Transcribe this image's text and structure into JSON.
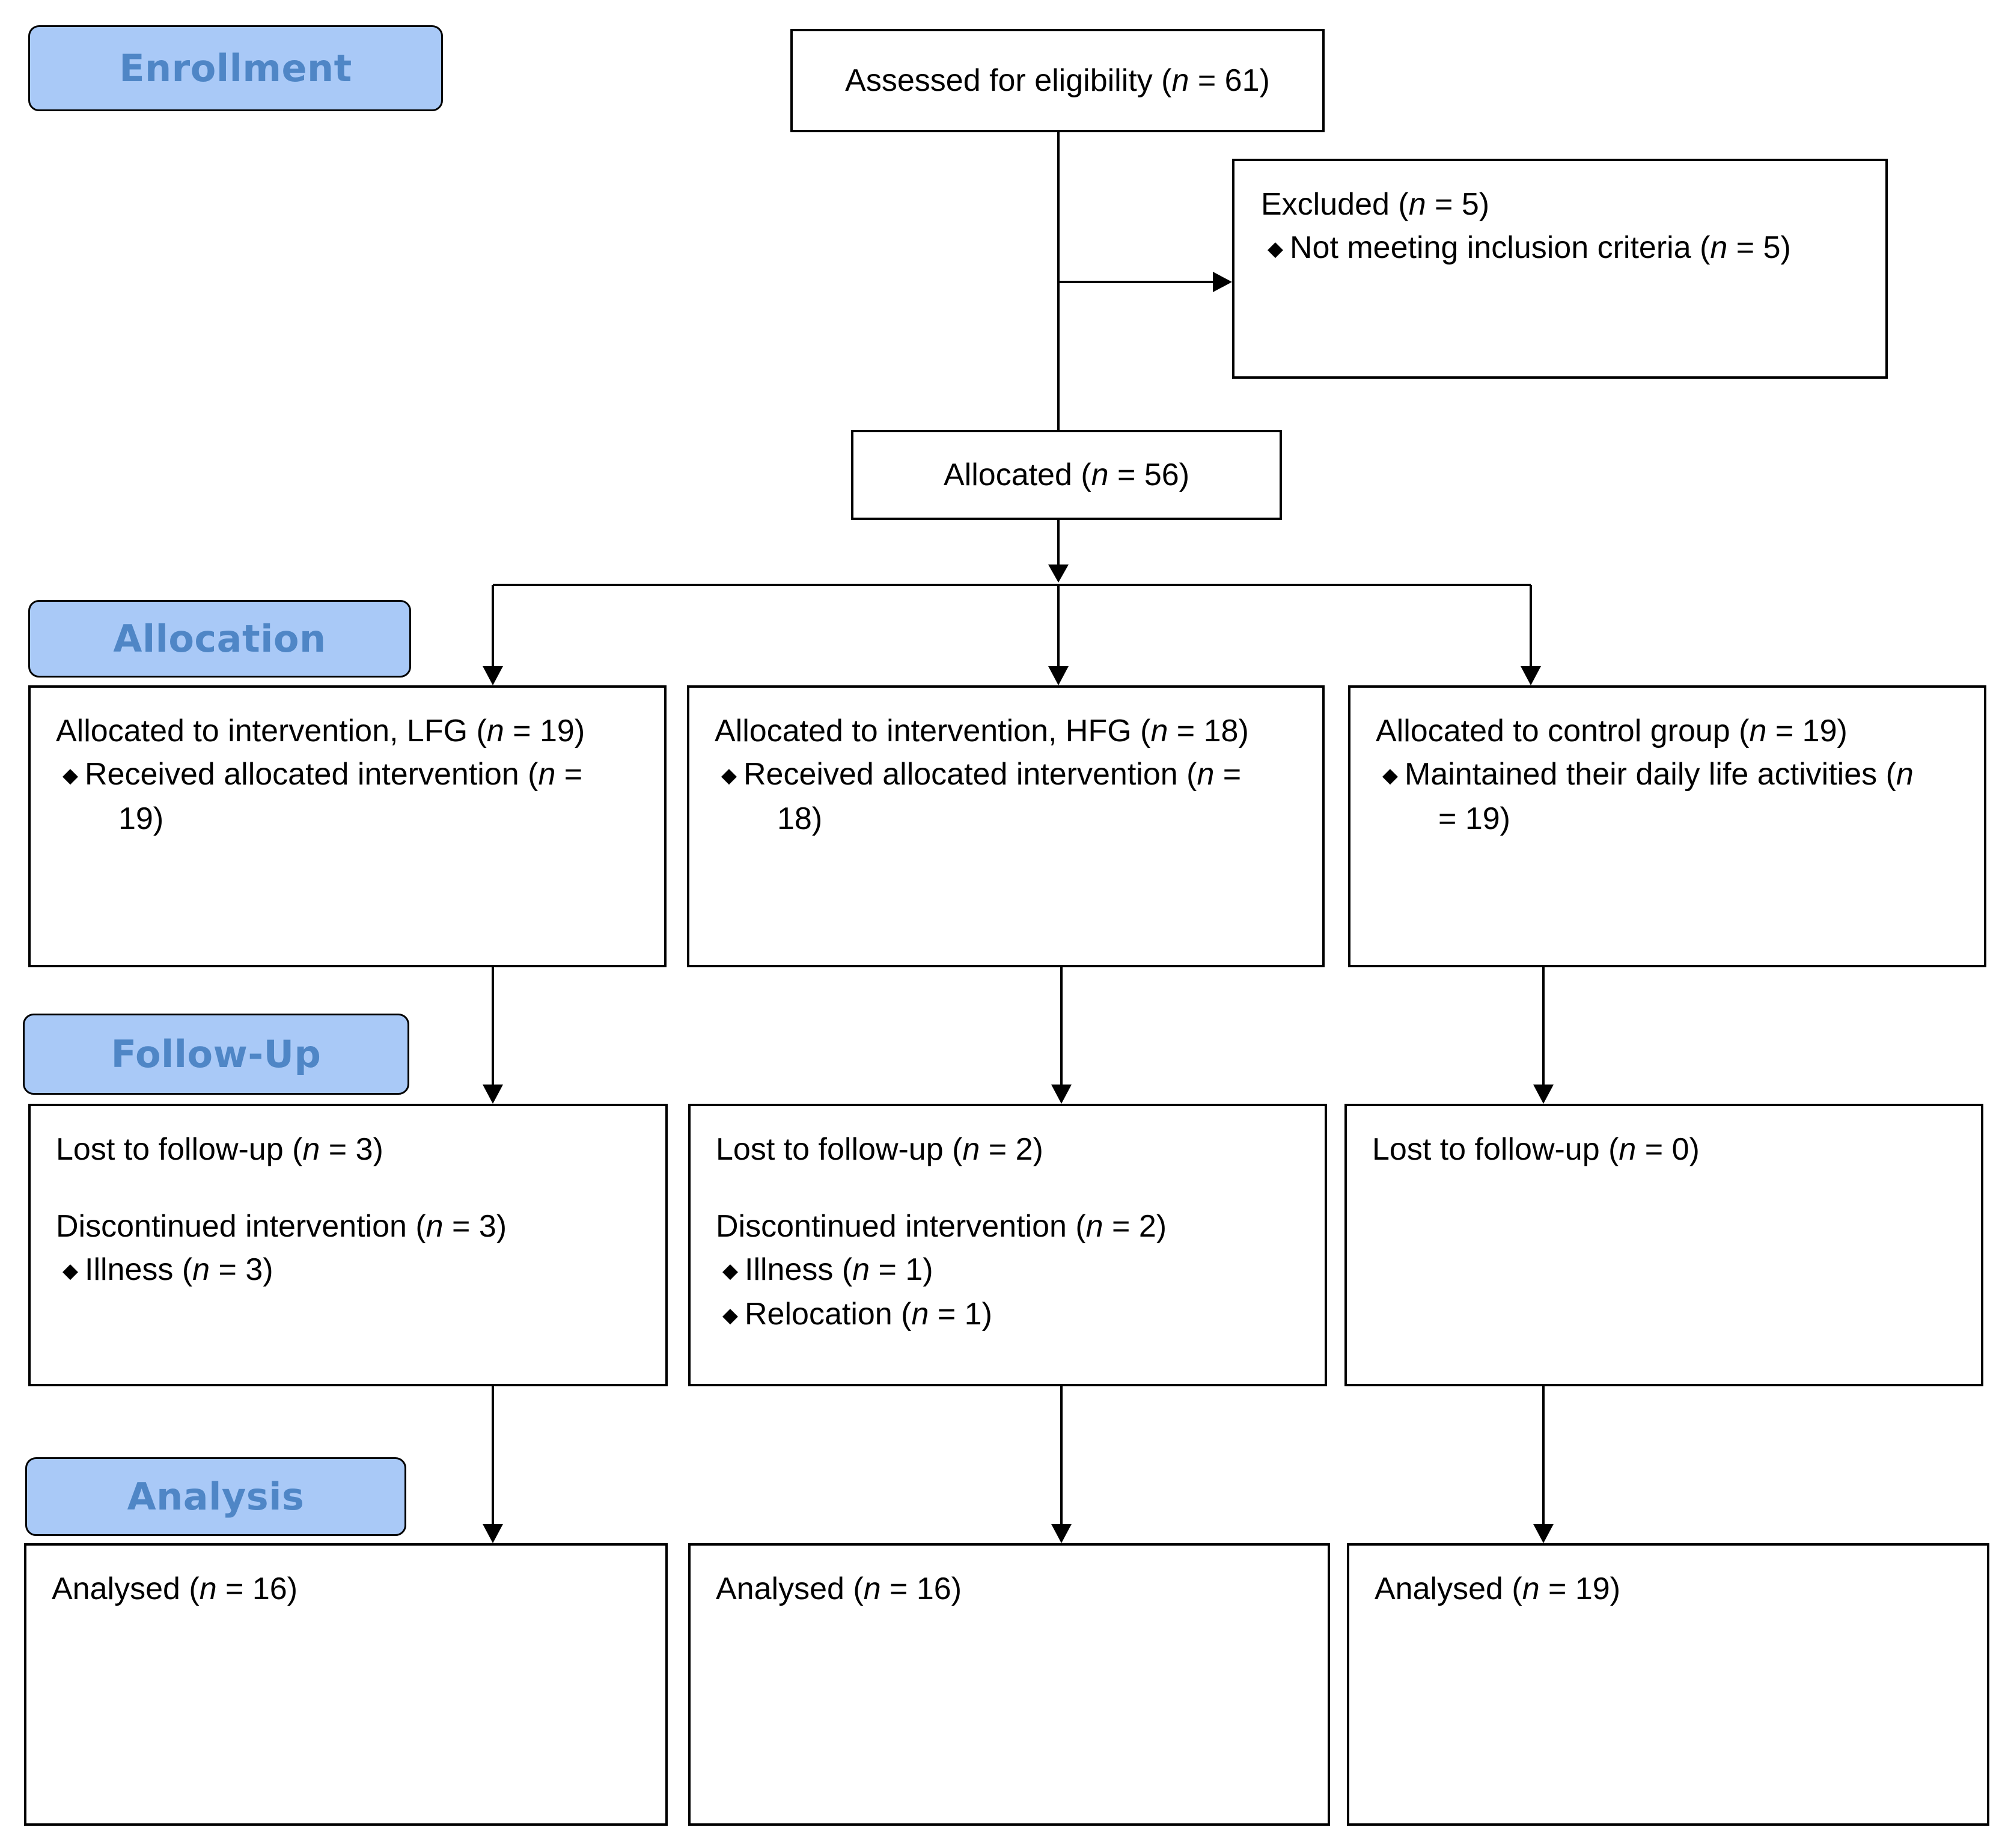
{
  "stages": {
    "enrollment": "Enrollment",
    "allocation": "Allocation",
    "follow_up": "Follow-Up",
    "analysis": "Analysis"
  },
  "assessed": "Assessed for eligibility (n = 61)",
  "excluded": {
    "title": "Excluded (n = 5)",
    "reason": "Not meeting inclusion criteria (n = 5)"
  },
  "allocated": "Allocated (n = 56)",
  "groups": [
    {
      "allocation_title": "Allocated to intervention, LFG (n = 19)",
      "allocation_detail": [
        "Received allocated intervention (n =",
        "19)"
      ],
      "lost": "Lost to follow-up (n = 3)",
      "discontinued": "Discontinued intervention (n = 3)",
      "reasons": [
        "Illness (n = 3)"
      ],
      "analysed": "Analysed (n = 16)"
    },
    {
      "allocation_title": "Allocated to intervention, HFG (n = 18)",
      "allocation_detail": [
        "Received allocated intervention (n =",
        "18)"
      ],
      "lost": "Lost to follow-up (n = 2)",
      "discontinued": "Discontinued intervention (n = 2)",
      "reasons": [
        "Illness (n = 1)",
        "Relocation (n = 1)"
      ],
      "analysed": "Analysed (n = 16)"
    },
    {
      "allocation_title": "Allocated to control group (n = 19)",
      "allocation_detail": [
        "Maintained their daily life activities (n",
        "= 19)"
      ],
      "lost": "Lost to follow-up (n = 0)",
      "analysed": "Analysed (n = 19)"
    }
  ],
  "colors": {
    "stage_fill": "#a9c9f7",
    "stage_text": "#4f86c6",
    "line": "#000000"
  }
}
